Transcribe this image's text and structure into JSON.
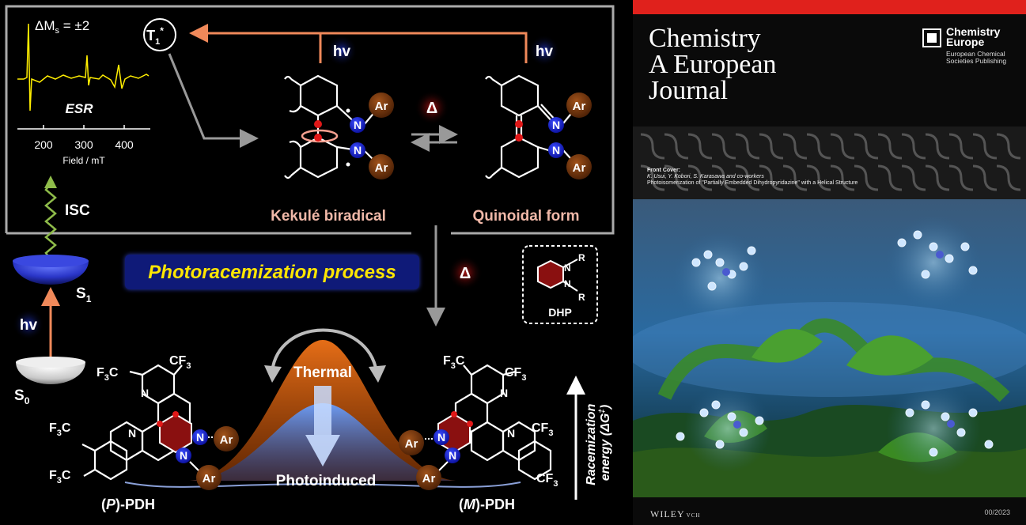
{
  "left_panel": {
    "esr": {
      "delta_ms": "ΔM",
      "delta_ms_sub": "s",
      "delta_ms_value": " = ±2",
      "label": "ESR",
      "ticks": [
        "200",
        "300",
        "400"
      ],
      "axis_title": "Field / mT"
    },
    "t1": "T",
    "t1_sub": "1",
    "t1_sup": "*",
    "hv1": "hv",
    "hv2": "hv",
    "hv3": "hv",
    "isc": "ISC",
    "delta1": "Δ",
    "delta2": "Δ",
    "s1": "S",
    "s1_sub": "1",
    "s0": "S",
    "s0_sub": "0",
    "kekule_label": "Kekulé biradical",
    "quinoidal_label": "Quinoidal form",
    "process_label": "Photoracemization process",
    "dhp": {
      "label": "DHP",
      "n1": "N",
      "n2": "N",
      "r1": "R",
      "r2": "R"
    },
    "thermal_label": "Thermal",
    "photoinduced_label": "Photoinduced",
    "racemization_line1": "Racemization",
    "racemization_line2_a": "energy (",
    "racemization_line2_b": "ΔG",
    "racemization_line2_c": "‡",
    "racemization_line2_d": ")",
    "p_label_open": "(",
    "p_label_italic": "P",
    "p_label_close": ")-PDH",
    "m_label_open": "(",
    "m_label_italic": "M",
    "m_label_close": ")-PDH",
    "atoms": {
      "N": "N",
      "Ar": "Ar",
      "CF3_main": "CF",
      "CF3_sub": "3",
      "F3C_F": "F",
      "F3C_sub": "3",
      "F3C_C": "C"
    }
  },
  "cover": {
    "journal_lines": [
      "Chemistry",
      "A European",
      "Journal"
    ],
    "publisher_lines": [
      "Chemistry",
      "Europe"
    ],
    "publisher_sub_lines": [
      "European Chemical",
      "Societies Publishing"
    ],
    "front_cover_title": "Front Cover:",
    "front_cover_authors": "K. Usui, Y. Kobori, S. Karasawa and co-workers",
    "front_cover_desc": "Photoisomerization of \"Partially Embedded Dihydropyridazine\" with a Helical Structure",
    "publisher_footer": "WILEY",
    "publisher_footer_sub": "VCH",
    "issue": "00/2023"
  },
  "colors": {
    "cover_red": "#e0211c",
    "orange_arrow": "#f0895a",
    "n_blue": "#1a22d6",
    "ar_brown": "#7a3a10",
    "ring_red": "#8a1010",
    "pill_blue": "#0f1a78",
    "pill_text": "#ffe600",
    "label_pink": "#f0b8a8"
  }
}
